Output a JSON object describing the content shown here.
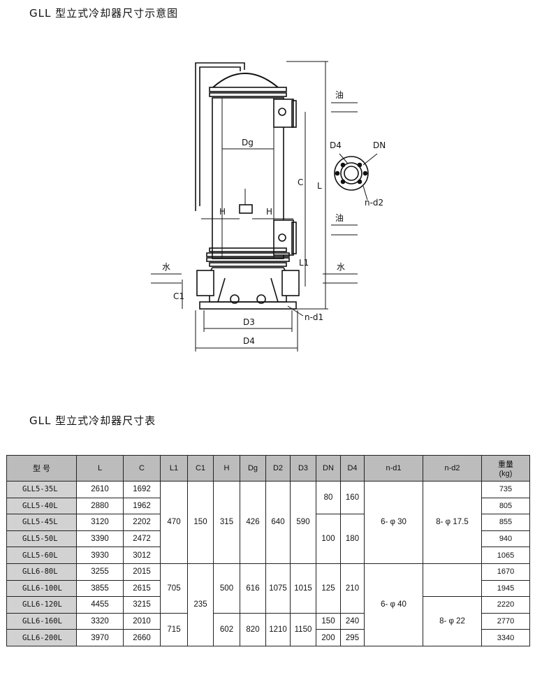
{
  "diagram_title": "GLL 型立式冷却器尺寸示意图",
  "table_title": "GLL 型立式冷却器尺寸表",
  "diagram_labels": {
    "oil_top": "油",
    "oil_bottom": "油",
    "water_left": "水",
    "water_right": "水",
    "Dg": "Dg",
    "H_left": "H",
    "H_right": "H",
    "L": "L",
    "C": "C",
    "L1": "L1",
    "C1": "C1",
    "D3": "D3",
    "D4": "D4",
    "D4_side": "D4",
    "DN": "DN",
    "n_d1": "n-d1",
    "n_d2": "n-d2"
  },
  "headers": [
    "型 号",
    "L",
    "C",
    "L1",
    "C1",
    "H",
    "Dg",
    "D2",
    "D3",
    "DN",
    "D4",
    "n-d1",
    "n-d2",
    "重量\n(kg)"
  ],
  "rows": [
    {
      "model": "GLL5-35L",
      "L": "2610",
      "C": "1692",
      "weight": "735"
    },
    {
      "model": "GLL5-40L",
      "L": "2880",
      "C": "1962",
      "weight": "805"
    },
    {
      "model": "GLL5-45L",
      "L": "3120",
      "C": "2202",
      "weight": "855"
    },
    {
      "model": "GLL5-50L",
      "L": "3390",
      "C": "2472",
      "weight": "940"
    },
    {
      "model": "GLL5-60L",
      "L": "3930",
      "C": "3012",
      "weight": "1065"
    },
    {
      "model": "GLL6-80L",
      "L": "3255",
      "C": "2015",
      "weight": "1670"
    },
    {
      "model": "GLL6-100L",
      "L": "3855",
      "C": "2615",
      "weight": "1945"
    },
    {
      "model": "GLL6-120L",
      "L": "4455",
      "C": "3215",
      "weight": "2220"
    },
    {
      "model": "GLL6-160L",
      "L": "3320",
      "C": "2010",
      "weight": "2770"
    },
    {
      "model": "GLL6-200L",
      "L": "3970",
      "C": "2660",
      "weight": "3340"
    }
  ],
  "merged": {
    "g5_L1": "470",
    "g5_C1": "150",
    "g5_H": "315",
    "g5_Dg": "426",
    "g5_D2": "640",
    "g5_D3": "590",
    "g5_DN_a": "80",
    "g5_D4_a": "160",
    "g5_DN_b": "100",
    "g5_D4_b": "180",
    "g5_nd1": "6- φ 30",
    "g5_nd2": "8- φ 17.5",
    "g6_L1_a": "705",
    "g6_L1_b": "715",
    "g6_C1": "235",
    "g6_H_a": "500",
    "g6_Dg_a": "616",
    "g6_D2_a": "1075",
    "g6_D3_a": "1015",
    "g6_H_b": "602",
    "g6_Dg_b": "820",
    "g6_D2_b": "1210",
    "g6_D3_b": "1150",
    "g6_DN_a": "125",
    "g6_D4_a": "210",
    "g6_DN_b": "150",
    "g6_D4_b": "240",
    "g6_DN_c": "200",
    "g6_D4_c": "295",
    "g6_nd1": "6- φ 40",
    "g6_nd2": "8- φ 22"
  }
}
